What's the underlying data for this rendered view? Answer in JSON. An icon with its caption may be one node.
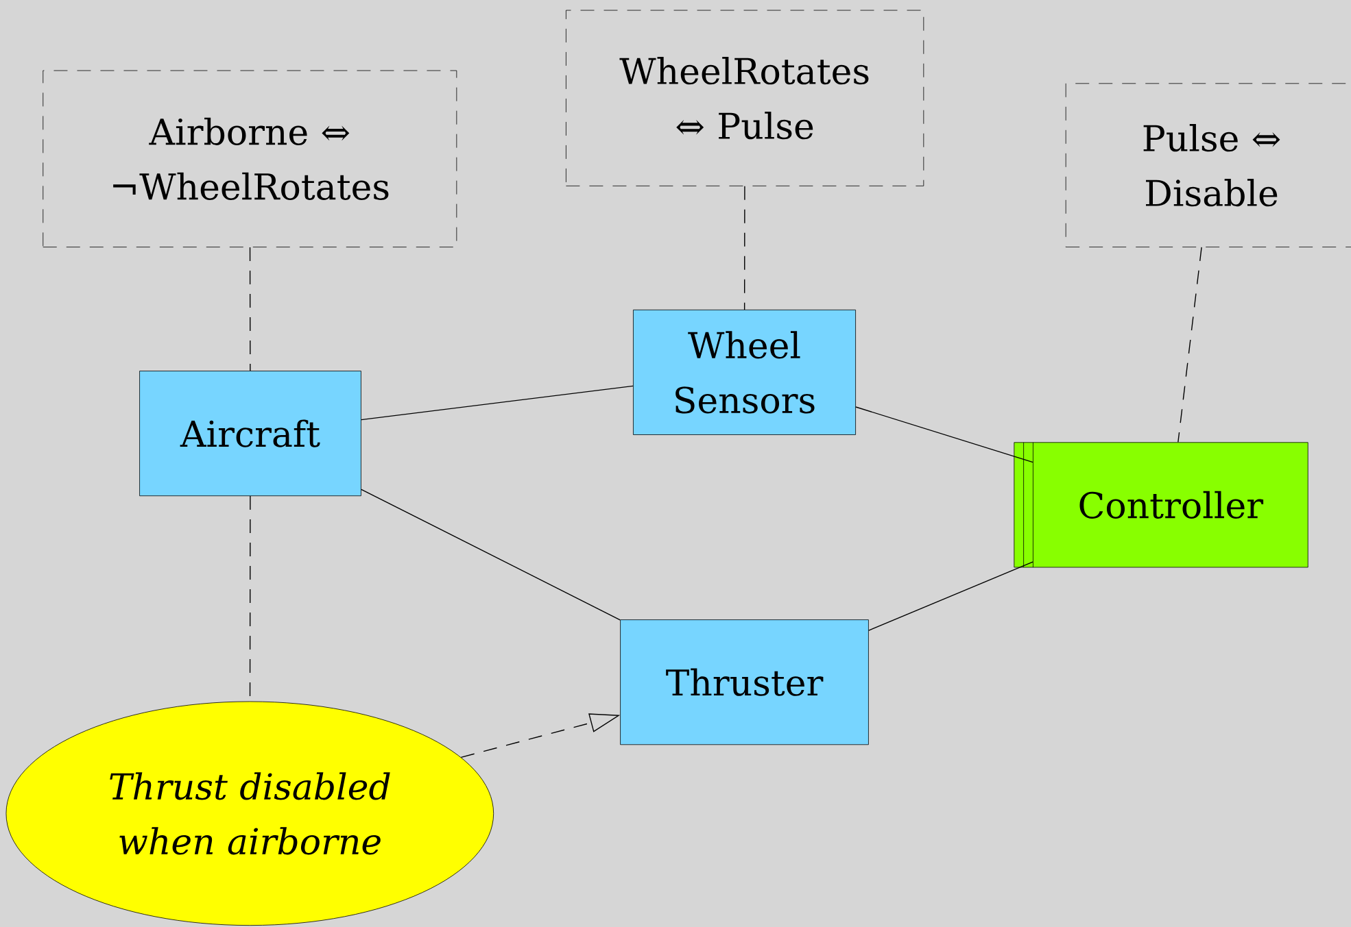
{
  "diagram": {
    "nodes": [
      {
        "text": [
          "Airborne ⇔ ¬WheelRotates"
        ]
      },
      {
        "text": [
          "WheelRotates ⇔ Pulse"
        ]
      },
      {
        "text": [
          "Pulse ⇔ Disable"
        ]
      },
      {
        "text": [
          "Aircraft"
        ]
      },
      {
        "text": [
          "Wheel Sensors"
        ]
      },
      {
        "text": [
          "Controller"
        ]
      },
      {
        "text": [
          "Thruster"
        ]
      },
      {
        "text": [
          "Thrust disabled when airborne"
        ]
      }
    ],
    "edges": [
      {
        "from": 0,
        "to": 3,
        "arrow": "none",
        "style": "dashed"
      },
      {
        "from": 1,
        "to": 4,
        "arrow": "none",
        "style": "dashed"
      },
      {
        "from": 2,
        "to": 5,
        "arrow": "none",
        "style": "dashed"
      },
      {
        "from": 3,
        "to": 4,
        "arrow": "none"
      },
      {
        "from": 4,
        "to": 5,
        "arrow": "none"
      },
      {
        "from": 3,
        "to": 6,
        "arrow": "none"
      },
      {
        "from": 6,
        "to": 5,
        "arrow": "none"
      },
      {
        "from": 3,
        "to": 7,
        "arrow": "none",
        "style": "dashed"
      },
      {
        "from": 7,
        "to": 6,
        "arrow": "to",
        "style": "dashed"
      }
    ]
  }
}
